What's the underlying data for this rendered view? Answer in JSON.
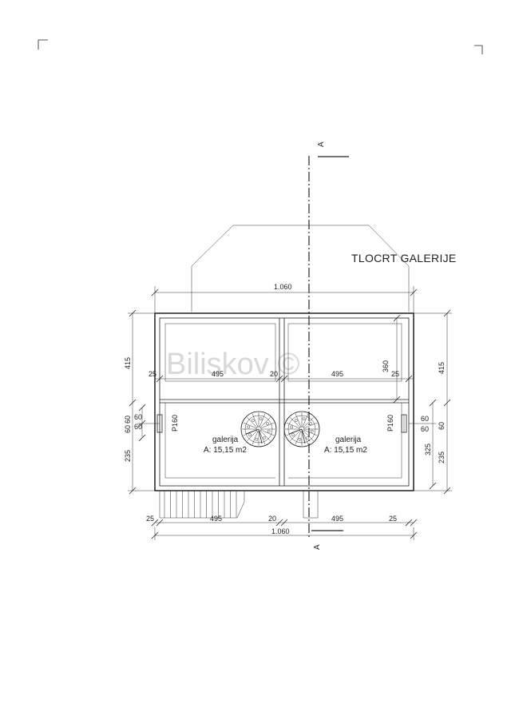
{
  "title": "TLOCRT GALERIJE",
  "watermark": "Biliskov ©",
  "section_label": "A",
  "rooms": [
    {
      "name": "galerija",
      "area": "A: 15,15 m2"
    },
    {
      "name": "galerija",
      "area": "A: 15,15 m2"
    }
  ],
  "openings": {
    "left": "P160",
    "right": "P160"
  },
  "dimensions": {
    "top_total": "1.060",
    "bottom_total": "1.060",
    "inner_left_wall": "25",
    "inner_left_width": "495",
    "inner_mid_wall": "20",
    "inner_right_width": "495",
    "inner_right_wall": "25",
    "inner_right_depth": "360",
    "bottom_left_wall": "25",
    "bottom_left_width": "495",
    "bottom_mid_wall": "20",
    "bottom_right_width": "495",
    "bottom_right_wall": "25",
    "left_upper": "415",
    "left_lower": "235",
    "left_open_a": "60",
    "left_open_b": "60",
    "left_open_c": "60",
    "left_open_d": "60",
    "right_upper": "415",
    "right_lower": "235",
    "right_325": "325",
    "right_open_a": "60",
    "right_open_b": "60",
    "right_open_c": "60"
  }
}
